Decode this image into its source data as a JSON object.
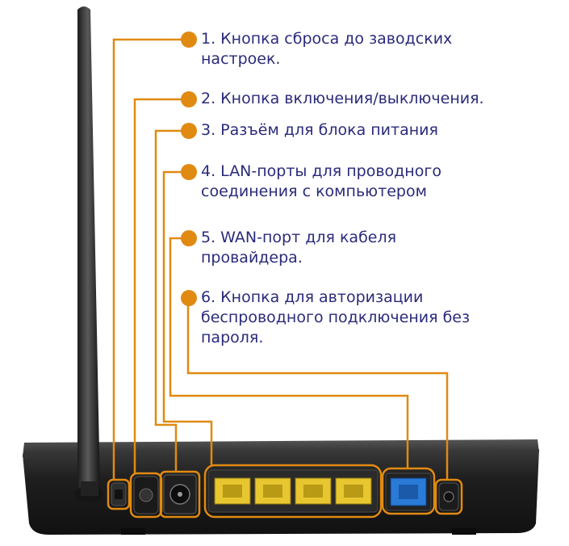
{
  "accent_color": "#e08a12",
  "text_color": "#2a2b7a",
  "callouts": [
    {
      "text": "1. Кнопка сброса до заводских\nнастроек."
    },
    {
      "text": "2. Кнопка включения/выключения."
    },
    {
      "text": "3. Разъём для блока питания"
    },
    {
      "text": "4. LAN-порты для проводного\nсоединения с компьютером"
    },
    {
      "text": "5. WAN-порт для кабеля\nпровайдера."
    },
    {
      "text": "6. Кнопка для авторизации\nбеспроводного подключения без\nпароля."
    }
  ]
}
